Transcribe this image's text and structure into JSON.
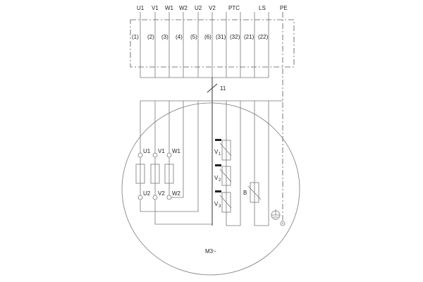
{
  "terminals": {
    "top_labels": [
      "U1",
      "V1",
      "W1",
      "W2",
      "U2",
      "V2",
      "PTC",
      "LS",
      "PE"
    ],
    "numbers": [
      "(1)",
      "(2)",
      "(3)",
      "(4)",
      "(5)",
      "(6)",
      "(31)",
      "(32)",
      "(21)",
      "(22)"
    ]
  },
  "cable": {
    "conductor_count": "11"
  },
  "motor": {
    "label": "M3~",
    "winding_top": [
      "U1",
      "V1",
      "W1"
    ],
    "winding_bottom": [
      "U2",
      "V2",
      "W2"
    ],
    "ptc_labels": [
      "V",
      "V",
      "V"
    ],
    "ptc_subscripts": [
      "1",
      "2",
      "3"
    ],
    "sensor_label": "B"
  }
}
